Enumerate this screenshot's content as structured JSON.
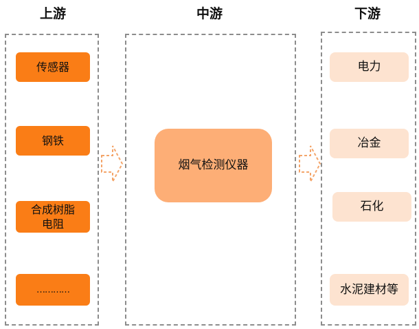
{
  "upstream": {
    "title": "上游",
    "items": [
      "传感器",
      "钢铁",
      "合成树脂\n电阻",
      "…………"
    ]
  },
  "midstream": {
    "title": "中游",
    "item": "烟气检测仪器"
  },
  "downstream": {
    "title": "下游",
    "items": [
      "电力",
      "冶金",
      "石化",
      "水泥建材等"
    ]
  },
  "colors": {
    "upstream_box": "#fa7d16",
    "midstream_box": "#fdae76",
    "downstream_box": "#fde3d0",
    "arrow": "#f4a56a",
    "border": "#8c8c8c"
  }
}
